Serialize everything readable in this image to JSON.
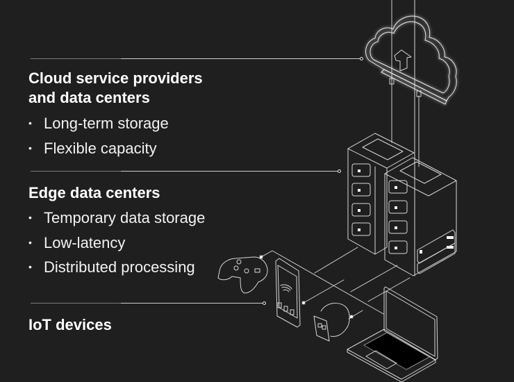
{
  "sections": [
    {
      "id": "cloud",
      "title_lines": [
        "Cloud service providers",
        "and data centers"
      ],
      "bullets": [
        "Long-term storage",
        "Flexible capacity"
      ]
    },
    {
      "id": "edge",
      "title_lines": [
        "Edge data centers"
      ],
      "bullets": [
        "Temporary data storage",
        "Low-latency",
        "Distributed processing"
      ]
    },
    {
      "id": "iot",
      "title_lines": [
        "IoT devices"
      ],
      "bullets": []
    }
  ],
  "illustration": {
    "items": [
      "cloud-with-upload-arrow",
      "edge-server-tower-left",
      "edge-server-tower-right",
      "game-controller",
      "smartphone",
      "smartwatch",
      "laptop"
    ]
  },
  "colors": {
    "background": "#201f20",
    "text": "#ffffff",
    "line": "#d8d8d8"
  },
  "bullet_glyph": "•"
}
